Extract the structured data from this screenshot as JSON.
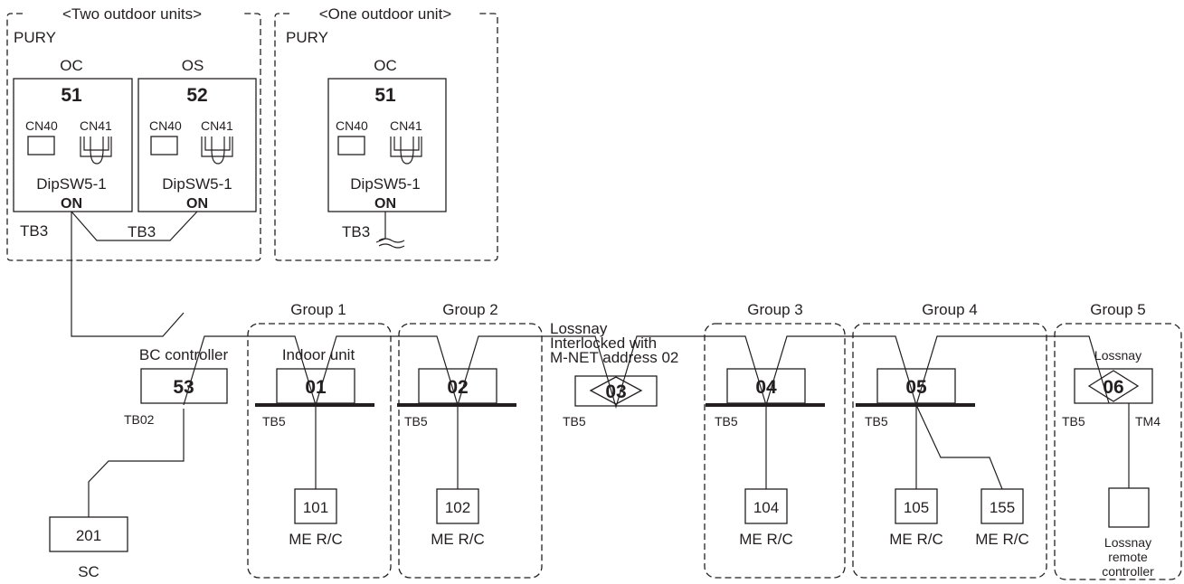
{
  "outdoor": {
    "two_units_title": "<Two outdoor units>",
    "one_unit_title": "<One outdoor unit>",
    "pury_label": "PURY",
    "oc_label": "OC",
    "os_label": "OS",
    "addr_oc": "51",
    "addr_os": "52",
    "cn40": "CN40",
    "cn41": "CN41",
    "dipsw": "DipSW5-1",
    "on": "ON",
    "tb3": "TB3"
  },
  "bc_controller": {
    "label": "BC controller",
    "address": "53",
    "terminal": "TB02"
  },
  "sc": {
    "address": "201",
    "label": "SC"
  },
  "groups": [
    {
      "label": "Group 1"
    },
    {
      "label": "Group 2"
    },
    {
      "label": "Group 3"
    },
    {
      "label": "Group 4"
    },
    {
      "label": "Group 5"
    }
  ],
  "indoor_units": {
    "label": "Indoor unit",
    "terminal": "TB5",
    "addresses": [
      "01",
      "02",
      "04",
      "05"
    ]
  },
  "lossnay_interlocked": {
    "line1": "Lossnay",
    "line2": "Interlocked with",
    "line3": "M-NET address 02",
    "address": "03",
    "terminal": "TB5"
  },
  "lossnay_group5": {
    "label": "Lossnay",
    "address": "06",
    "terminal": "TB5",
    "terminal2": "TM4",
    "remote_line1": "Lossnay",
    "remote_line2": "remote",
    "remote_line3": "controller"
  },
  "remote_controllers": {
    "label": "ME R/C",
    "addresses": [
      "101",
      "102",
      "104",
      "105",
      "155"
    ]
  }
}
